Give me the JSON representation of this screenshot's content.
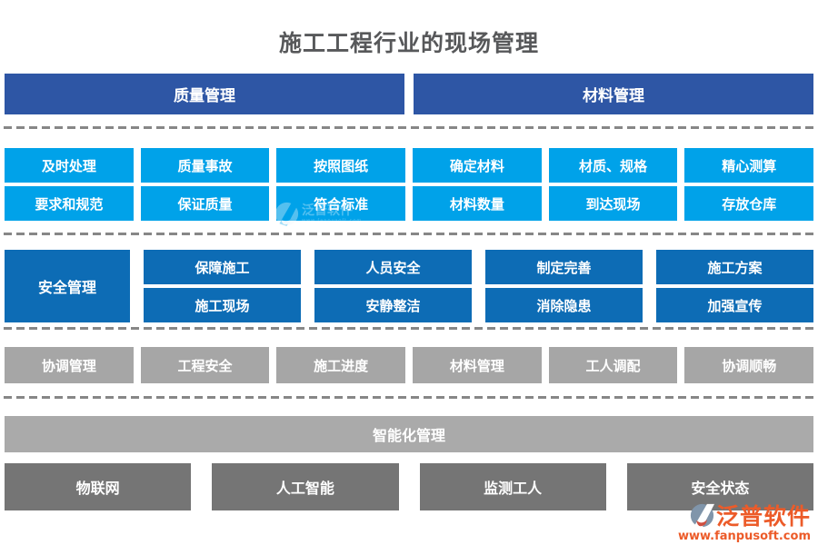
{
  "page": {
    "title": "施工工程行业的现场管理"
  },
  "colors": {
    "header_navy": "#2e56a5",
    "cyan": "#00a2e9",
    "safety_blue": "#0d6cb5",
    "coordination_gray": "#a6a6a6",
    "smart_header_gray": "#aaaaaa",
    "smart_box_gray": "#757575",
    "title_gray": "#57585a",
    "brand_orange": "#ec5b29"
  },
  "quality_material": {
    "headers": [
      {
        "label": "质量管理"
      },
      {
        "label": "材料管理"
      }
    ],
    "row1": [
      "及时处理",
      "质量事故",
      "按照图纸",
      "确定材料",
      "材质、规格",
      "精心测算"
    ],
    "row2": [
      "要求和规范",
      "保证质量",
      "符合标准",
      "材料数量",
      "到达现场",
      "存放仓库"
    ]
  },
  "safety": {
    "label": "安全管理",
    "columns": [
      {
        "top": "保障施工",
        "bottom": "施工现场"
      },
      {
        "top": "人员安全",
        "bottom": "安静整洁"
      },
      {
        "top": "制定完善",
        "bottom": "消除隐患"
      },
      {
        "top": "施工方案",
        "bottom": "加强宣传"
      }
    ]
  },
  "coordination": {
    "items": [
      "协调管理",
      "工程安全",
      "施工进度",
      "材料管理",
      "工人调配",
      "协调顺畅"
    ]
  },
  "smart": {
    "header": "智能化管理",
    "items": [
      "物联网",
      "人工智能",
      "监测工人",
      "安全状态"
    ]
  },
  "watermark": {
    "name": "泛普软件",
    "sub": "www.fanpusoft.com"
  },
  "brand": {
    "name": "泛普软件",
    "url": "www.fanpusoft.com"
  }
}
